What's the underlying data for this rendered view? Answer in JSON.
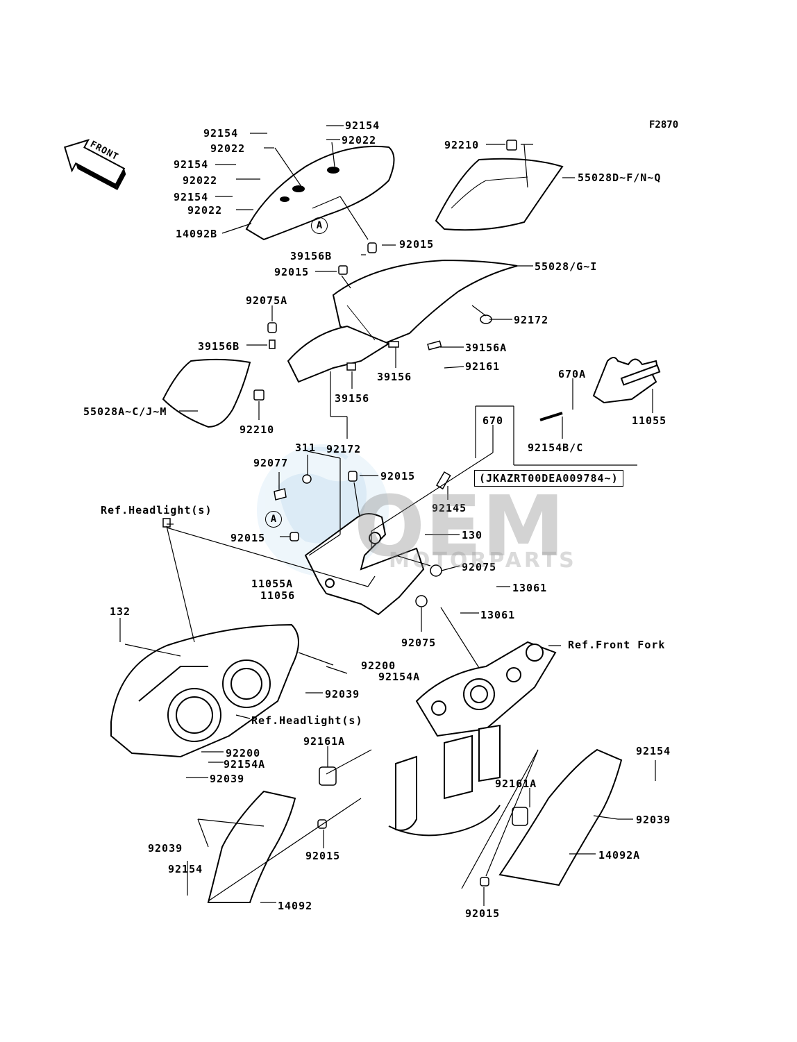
{
  "diagram_code": "F2870",
  "front_label": "FRONT",
  "watermark": {
    "main": "OEM",
    "sub": "MOTORPARTS"
  },
  "callout_circle": "A",
  "serial_box": "(JKAZRT00DEA009784~)",
  "refs": {
    "headlight_top": "Ref.Headlight(s)",
    "headlight_mid": "Ref.Headlight(s)",
    "front_fork": "Ref.Front Fork"
  },
  "labels": [
    "92154",
    "92022",
    "92154",
    "92022",
    "92154",
    "92022",
    "92154",
    "92022",
    "14092B",
    "92210",
    "55028D~F/N~Q",
    "92015",
    "39156B",
    "92015",
    "55028/G~I",
    "92075A",
    "92172",
    "39156B",
    "39156A",
    "39156",
    "92161",
    "39156",
    "55028A~C/J~M",
    "92210",
    "92172",
    "670A",
    "11055",
    "670",
    "92154B/C",
    "311",
    "92077",
    "92015",
    "92145",
    "92015",
    "130",
    "92075",
    "13061",
    "11055A",
    "11056",
    "13061",
    "92075",
    "132",
    "92200",
    "92154A",
    "92039",
    "92161A",
    "92200",
    "92154A",
    "92039",
    "92154",
    "92161A",
    "92039",
    "92039",
    "92015",
    "92154",
    "14092A",
    "14092",
    "92015"
  ]
}
